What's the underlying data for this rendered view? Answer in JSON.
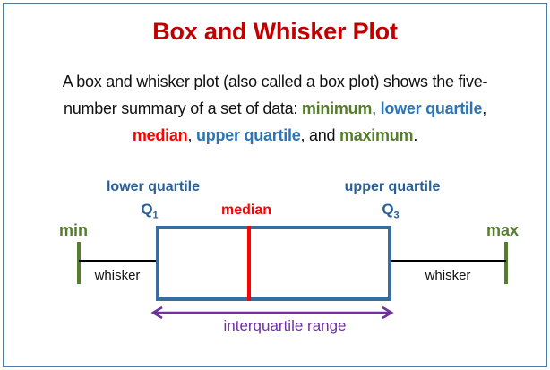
{
  "title": "Box and Whisker Plot",
  "paragraph": {
    "lines": [
      {
        "segments": [
          {
            "text": "A box and whisker plot (also called a box plot) shows the five-",
            "color": "#111111"
          }
        ]
      },
      {
        "segments": [
          {
            "text": "number summary of a set of data: ",
            "color": "#111111"
          },
          {
            "text": "minimum",
            "color": "#567D2E"
          },
          {
            "text": ", ",
            "color": "#111111"
          },
          {
            "text": "lower quartile",
            "color": "#2E74B5"
          },
          {
            "text": ",",
            "color": "#111111"
          }
        ]
      },
      {
        "segments": [
          {
            "text": "median",
            "color": "#FF0000"
          },
          {
            "text": ", ",
            "color": "#111111"
          },
          {
            "text": "upper quartile",
            "color": "#2E74B5"
          },
          {
            "text": ", and ",
            "color": "#111111"
          },
          {
            "text": "maximum",
            "color": "#567D2E"
          },
          {
            "text": ".",
            "color": "#111111"
          }
        ]
      }
    ]
  },
  "diagram": {
    "lower_quartile_label": "lower quartile",
    "q1": {
      "base": "Q",
      "sub": "1"
    },
    "median_label": "median",
    "upper_quartile_label": "upper quartile",
    "q3": {
      "base": "Q",
      "sub": "3"
    },
    "min_label": "min",
    "max_label": "max",
    "whisker_left_label": "whisker",
    "whisker_right_label": "whisker",
    "interquartile_range_label": "interquartile range",
    "icons": {
      "iqr_arrow": "double-headed-arrow"
    }
  },
  "colors": {
    "title_red": "#C00000",
    "median_red": "#FF0000",
    "paragraph_blue": "#2E74B5",
    "diagram_label_blue": "#2A5F97",
    "green": "#567D2E",
    "box_border_blue": "#386E9E",
    "whisker_black": "#000000",
    "iqr_purple": "#7030A0",
    "page_border_blue": "#4B7CA8",
    "body_text": "#111111",
    "background": "#FFFFFF"
  }
}
